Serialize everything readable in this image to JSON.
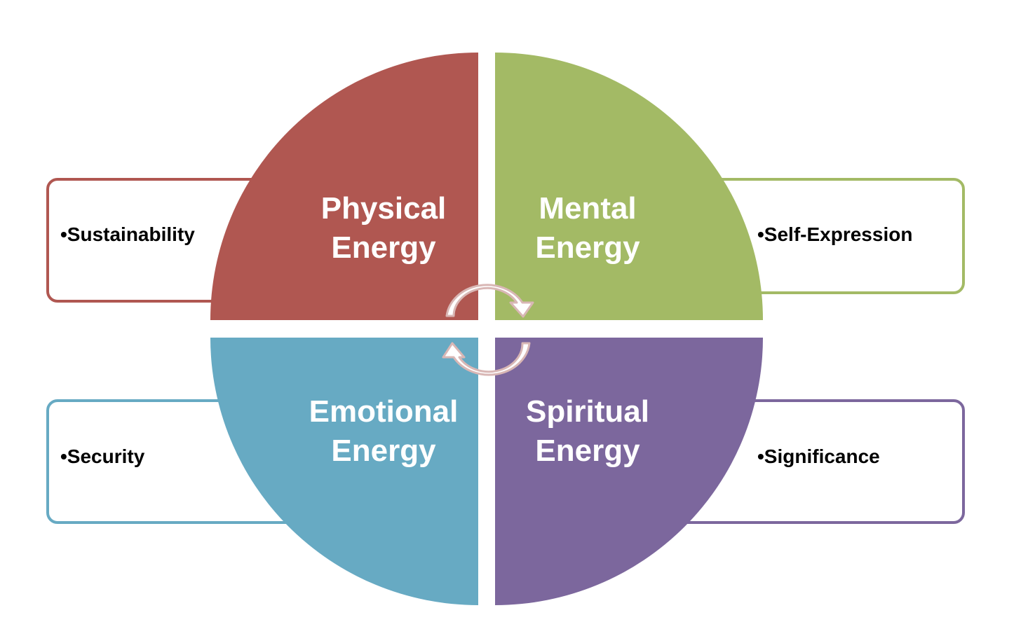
{
  "quadrants": {
    "physical": {
      "line1": "Physical",
      "line2": "Energy",
      "color": "#B05751"
    },
    "mental": {
      "line1": "Mental",
      "line2": "Energy",
      "color": "#A3BA65"
    },
    "emotional": {
      "line1": "Emotional",
      "line2": "Energy",
      "color": "#67AAC3"
    },
    "spiritual": {
      "line1": "Spiritual",
      "line2": "Energy",
      "color": "#7C679D"
    }
  },
  "boxes": {
    "physical": {
      "text": "•Sustainability",
      "border": "#B05751"
    },
    "mental": {
      "text": "•Self-Expression",
      "border": "#A3BA65"
    },
    "emotional": {
      "text": "•Security",
      "border": "#67AAC3"
    },
    "spiritual": {
      "text": "•Significance",
      "border": "#7C679D"
    }
  },
  "cycle_arrows": {
    "fill": "#ffffff",
    "stroke": "#D9B7B5"
  }
}
